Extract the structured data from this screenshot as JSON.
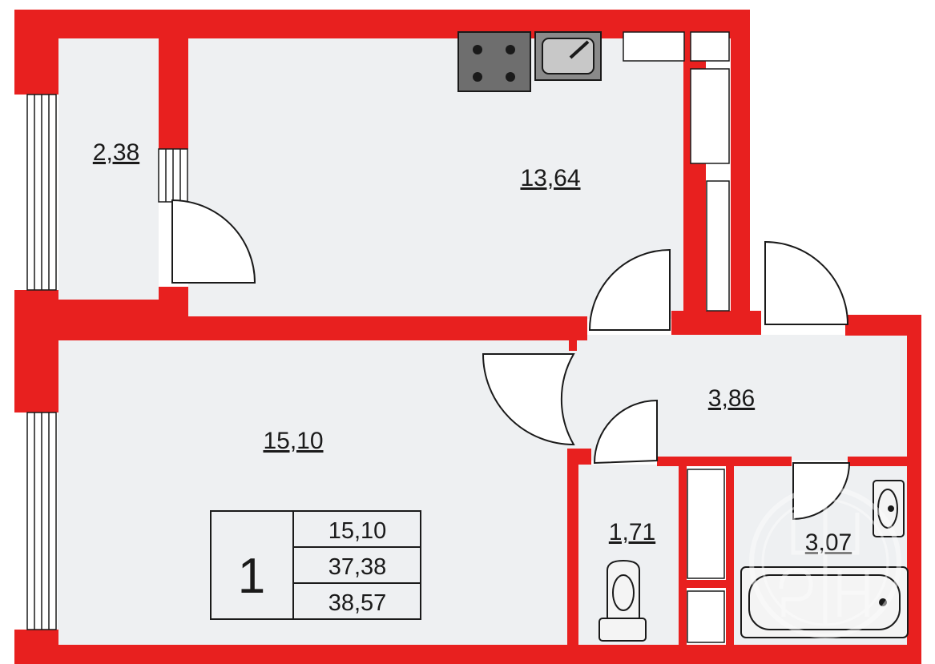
{
  "rooms": {
    "balcony": {
      "area": "2,38"
    },
    "kitchen": {
      "area": "13,64"
    },
    "living_room": {
      "area": "15,10"
    },
    "hall": {
      "area": "3,86"
    },
    "toilet": {
      "area": "1,71"
    },
    "bathroom": {
      "area": "3,07"
    }
  },
  "summary": {
    "rooms_count": "1",
    "living_area": "15,10",
    "total_area": "37,38",
    "total_with_balcony": "38,57"
  },
  "colors": {
    "wall": "#e8201f",
    "floor": "#eef0f2",
    "fixture_fill": "#f4f4f4",
    "stove": "#6e6e6e",
    "line": "#1a1a1a"
  },
  "watermark": {
    "text": "РУН"
  }
}
